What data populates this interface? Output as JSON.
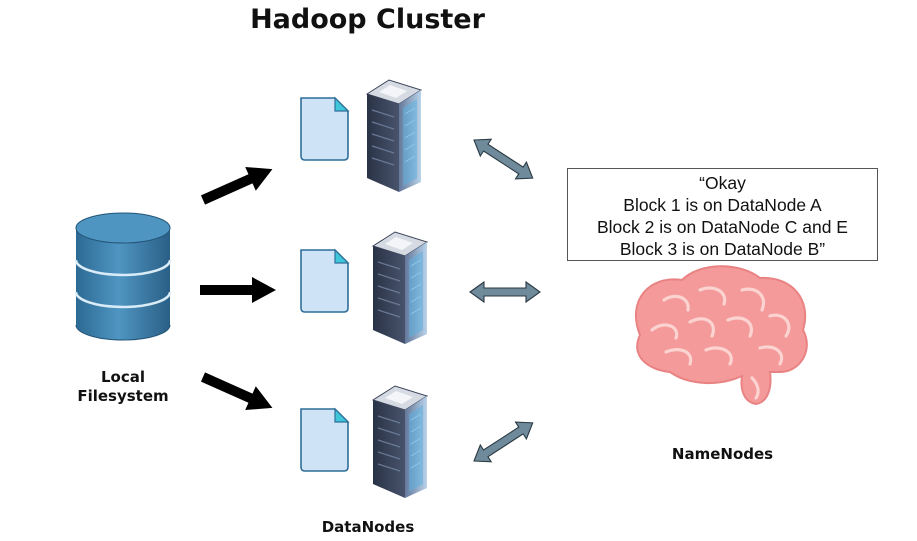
{
  "title": "Hadoop Cluster",
  "local_label_line1": "Local",
  "local_label_line2": "Filesystem",
  "datanodes_label": "DataNodes",
  "namenodes_label": "NameNodes",
  "message": {
    "line1": "“Okay",
    "line2": "Block 1 is on DataNode A",
    "line3": "Block 2 is on DataNode C and E",
    "line4": "Block 3 is on DataNode B”"
  },
  "icons": {
    "database": "database-cylinder-icon",
    "file": "document-icon",
    "server": "server-rack-icon",
    "brain": "brain-icon",
    "arrow": "black-arrow-icon",
    "double_arrow": "double-headed-arrow-icon"
  },
  "colors": {
    "database_blue": "#3f7fa8",
    "file_fill": "#cfe3f6",
    "file_stroke": "#2f6e99",
    "file_corner": "#3fc7d9",
    "server_dark": "#3b4459",
    "server_light": "#8fa3c2",
    "brain_pink": "#f49a9a",
    "double_arrow_fill": "#6f8a9a"
  }
}
